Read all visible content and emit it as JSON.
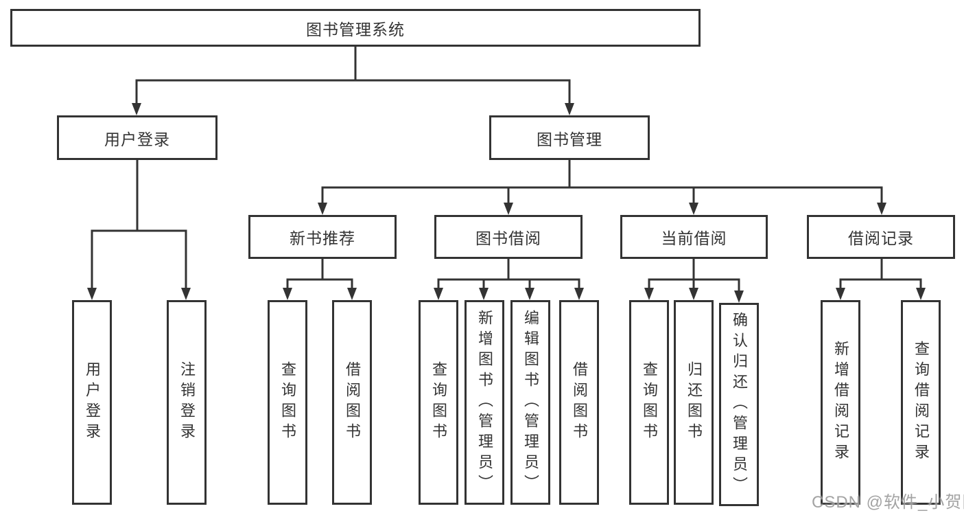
{
  "diagram": {
    "root": {
      "label": "图书管理系统"
    },
    "level1": [
      {
        "label": "用户登录"
      },
      {
        "label": "图书管理"
      }
    ],
    "level2": [
      {
        "label": "新书推荐"
      },
      {
        "label": "图书借阅"
      },
      {
        "label": "当前借阅"
      },
      {
        "label": "借阅记录"
      }
    ],
    "leaves": {
      "user_login": [
        "用户登录",
        "注销登录"
      ],
      "new_book": [
        "查询图书",
        "借阅图书"
      ],
      "book_borrow": [
        "查询图书",
        "新增图书（管理员）",
        "编辑图书（管理员）",
        "借阅图书"
      ],
      "current_borrow": [
        "查询图书",
        "归还图书",
        "确认归还（管理员）"
      ],
      "borrow_record": [
        "新增借阅记录",
        "查询借阅记录"
      ]
    },
    "colors": {
      "line": "#333333",
      "text": "#333333",
      "background": "#ffffff",
      "watermark": "#969696"
    }
  },
  "watermark": {
    "text": "CSDN @软件_小贺同学"
  }
}
